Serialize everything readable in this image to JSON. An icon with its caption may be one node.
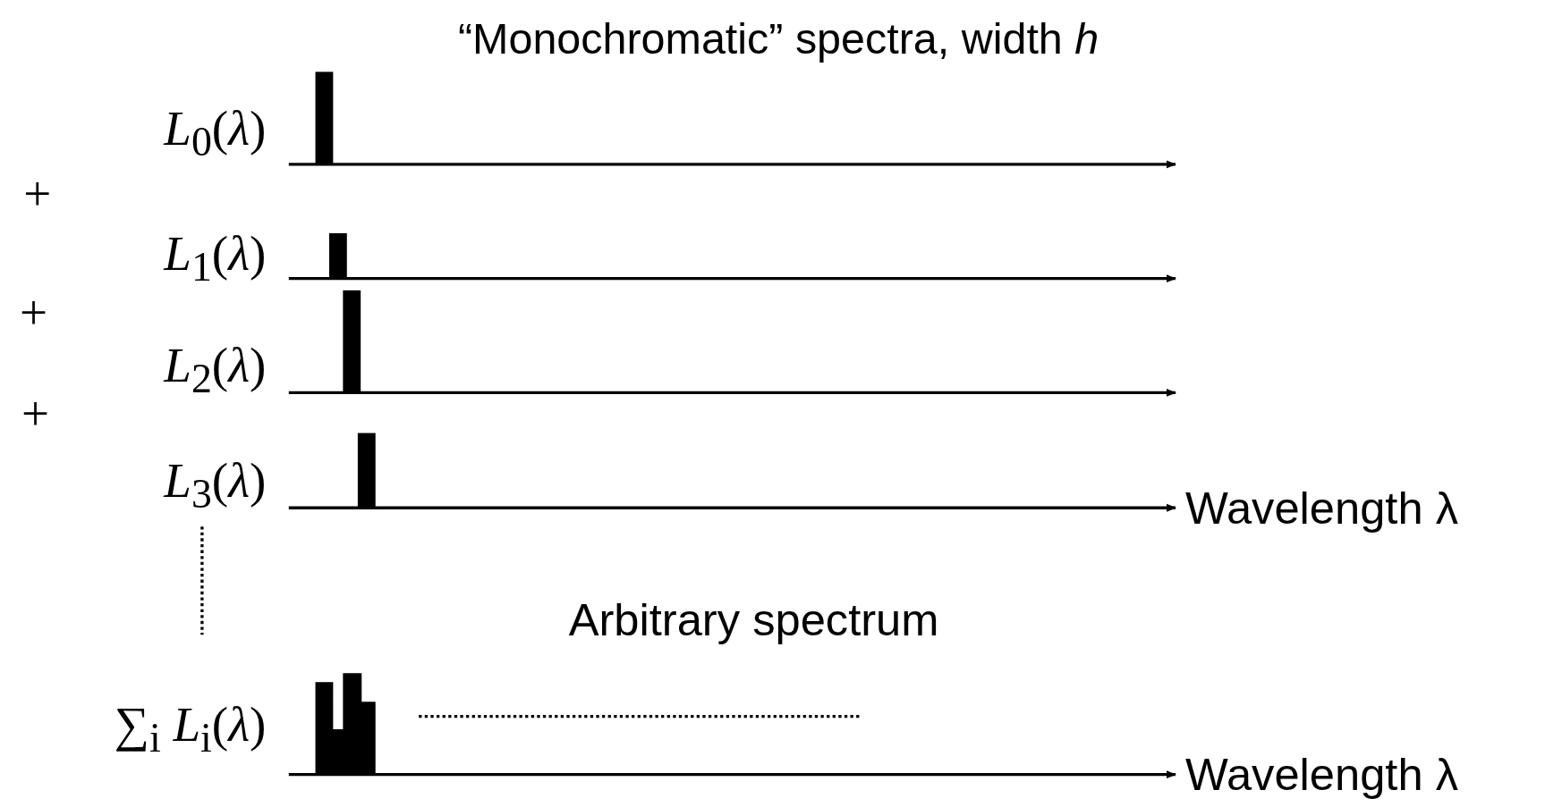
{
  "diagram": {
    "title": "“Monochromatic” spectra, width *h*",
    "labels": [
      "*L*$_{0}$(*λ*)",
      "+",
      "*L*$_{1}$(*λ*)",
      "+",
      "*L*$_{2}$(*λ*)",
      "+",
      "*L*$_{3}$(*λ*)",
      "Wavelength λ",
      "Arbitrary spectrum",
      "∑$_{i}$ *L*$_{i}$(*λ*)",
      "Wavelength λ"
    ]
  }
}
